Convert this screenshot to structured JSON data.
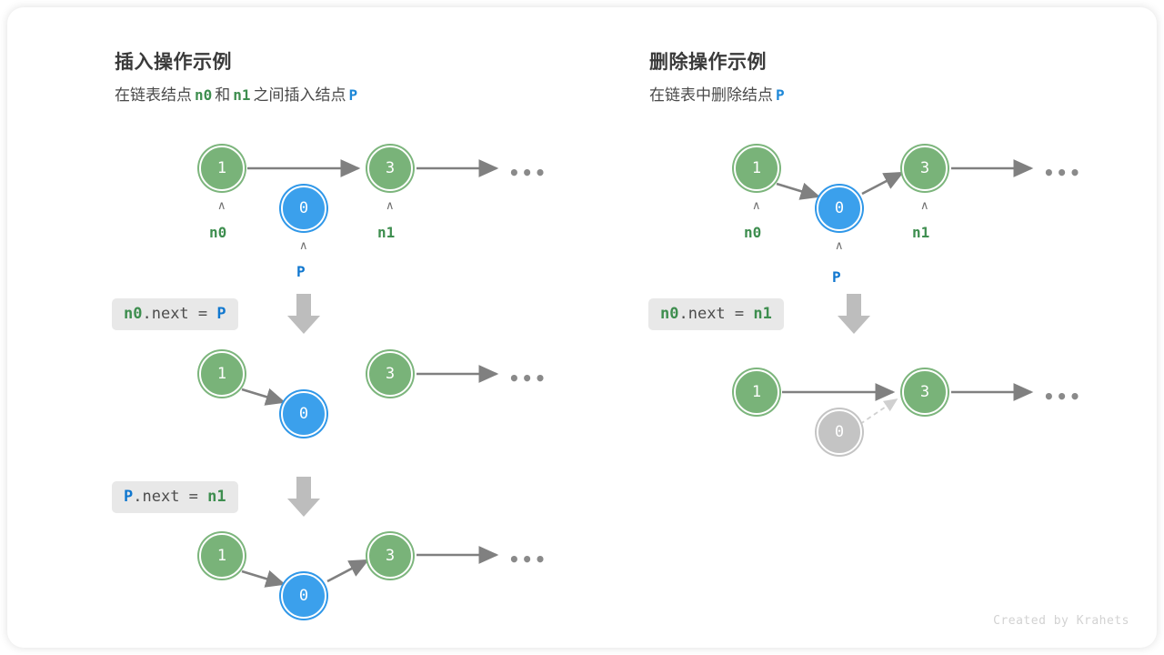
{
  "footer": {
    "credit": "Created by Krahets"
  },
  "colors": {
    "green": "#79b379",
    "green_text": "#3e8e4f",
    "blue": "#3ba0ec",
    "blue_text": "#1077cf",
    "gray_node": "#c4c4c4",
    "arrow": "#808080",
    "code_bg": "#e8e8e8",
    "title": "#3a3a3a"
  },
  "panels": {
    "insert": {
      "title": "插入操作示例",
      "subtitle_parts": {
        "a": "在链表结点",
        "n0": "n0",
        "b": "和",
        "n1": "n1",
        "c": "之间插入结点",
        "p": "P"
      },
      "steps": [
        {
          "code": null,
          "nodes": [
            {
              "label": "1",
              "kind": "green"
            },
            {
              "label": "3",
              "kind": "green"
            },
            {
              "label": "0",
              "kind": "blue"
            }
          ],
          "pointers": [
            {
              "label": "n0",
              "color": "green"
            },
            {
              "label": "n1",
              "color": "green"
            },
            {
              "label": "P",
              "color": "blue"
            }
          ],
          "ellipsis": "•••"
        },
        {
          "code": {
            "var": "n0",
            "var_color": "green",
            "mid": ".next = ",
            "val": "P",
            "val_color": "blue"
          },
          "nodes": [
            {
              "label": "1",
              "kind": "green"
            },
            {
              "label": "0",
              "kind": "blue"
            },
            {
              "label": "3",
              "kind": "green"
            }
          ],
          "ellipsis": "•••"
        },
        {
          "code": {
            "var": "P",
            "var_color": "blue",
            "mid": ".next = ",
            "val": "n1",
            "val_color": "green"
          },
          "nodes": [
            {
              "label": "1",
              "kind": "green"
            },
            {
              "label": "0",
              "kind": "blue"
            },
            {
              "label": "3",
              "kind": "green"
            }
          ],
          "ellipsis": "•••"
        }
      ]
    },
    "delete": {
      "title": "删除操作示例",
      "subtitle_parts": {
        "a": "在链表中删除结点",
        "p": "P"
      },
      "steps": [
        {
          "code": null,
          "nodes": [
            {
              "label": "1",
              "kind": "green"
            },
            {
              "label": "0",
              "kind": "blue"
            },
            {
              "label": "3",
              "kind": "green"
            }
          ],
          "pointers": [
            {
              "label": "n0",
              "color": "green"
            },
            {
              "label": "n1",
              "color": "green"
            },
            {
              "label": "P",
              "color": "blue"
            }
          ],
          "ellipsis": "•••"
        },
        {
          "code": {
            "var": "n0",
            "var_color": "green",
            "mid": ".next = ",
            "val": "n1",
            "val_color": "green"
          },
          "nodes": [
            {
              "label": "1",
              "kind": "green"
            },
            {
              "label": "0",
              "kind": "gray"
            },
            {
              "label": "3",
              "kind": "green"
            }
          ],
          "ellipsis": "•••"
        }
      ]
    }
  }
}
